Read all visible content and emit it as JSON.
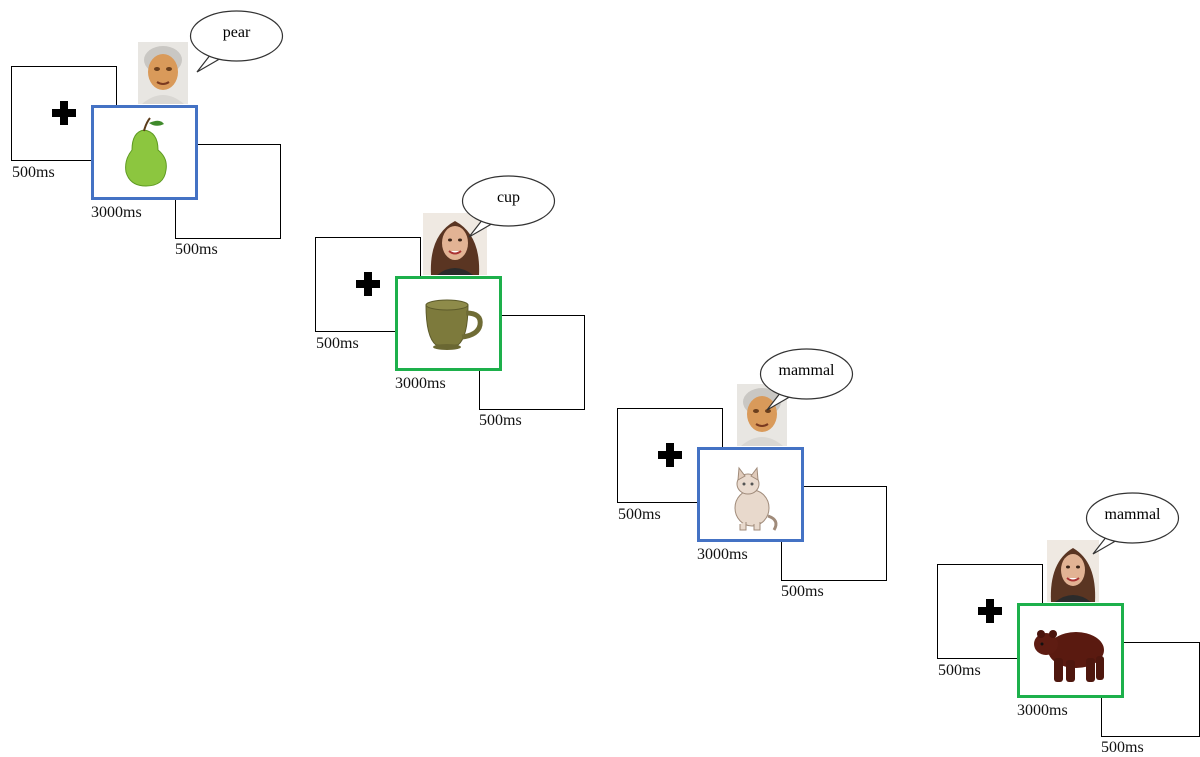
{
  "trials": [
    {
      "word": "pear",
      "fixation_duration": "500ms",
      "stimulus_duration": "3000ms",
      "blank_duration": "500ms",
      "frame_color": "#4472c4",
      "speaker": "elderly-avatar",
      "object": "pear"
    },
    {
      "word": "cup",
      "fixation_duration": "500ms",
      "stimulus_duration": "3000ms",
      "blank_duration": "500ms",
      "frame_color": "#1db04b",
      "speaker": "young-woman",
      "object": "cup"
    },
    {
      "word": "mammal",
      "fixation_duration": "500ms",
      "stimulus_duration": "3000ms",
      "blank_duration": "500ms",
      "frame_color": "#4472c4",
      "speaker": "elderly-avatar",
      "object": "cat"
    },
    {
      "word": "mammal",
      "fixation_duration": "500ms",
      "stimulus_duration": "3000ms",
      "blank_duration": "500ms",
      "frame_color": "#1db04b",
      "speaker": "young-woman",
      "object": "bear"
    }
  ]
}
